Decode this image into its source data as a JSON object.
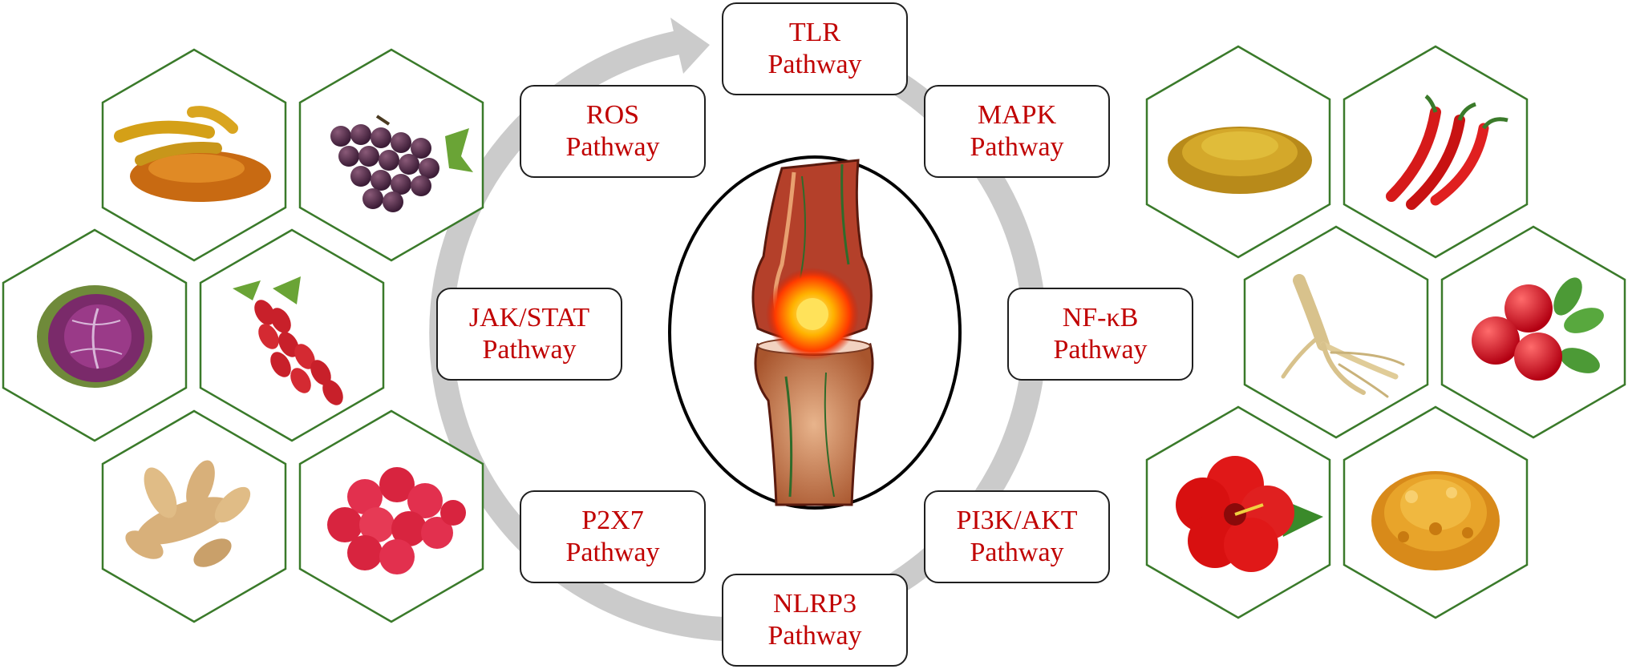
{
  "colors": {
    "pathway_text": "#c00000",
    "hexagon_border": "#3a7a2a",
    "cycle_arrow": "#cccccc",
    "box_border": "#1f1f1f"
  },
  "center": {
    "icon": "inflamed-knee-joint-icon"
  },
  "cycle": {
    "icon": "circular-arrow-icon"
  },
  "pathways": [
    {
      "id": "tlr",
      "line1": "TLR",
      "line2": "Pathway"
    },
    {
      "id": "mapk",
      "line1": "MAPK",
      "line2": "Pathway"
    },
    {
      "id": "nfkb",
      "line1": "NF-κB",
      "line2": "Pathway"
    },
    {
      "id": "pi3k-akt",
      "line1": "PI3K/AKT",
      "line2": "Pathway"
    },
    {
      "id": "nlrp3",
      "line1": "NLRP3",
      "line2": "Pathway"
    },
    {
      "id": "p2x7",
      "line1": "P2X7",
      "line2": "Pathway"
    },
    {
      "id": "jak-stat",
      "line1": "JAK/STAT",
      "line2": "Pathway"
    },
    {
      "id": "ros",
      "line1": "ROS",
      "line2": "Pathway"
    }
  ],
  "foods_left": [
    {
      "icon": "turmeric-icon"
    },
    {
      "icon": "grapes-icon"
    },
    {
      "icon": "red-cabbage-icon"
    },
    {
      "icon": "goji-berries-icon"
    },
    {
      "icon": "ginger-icon"
    },
    {
      "icon": "raspberries-icon"
    }
  ],
  "foods_right": [
    {
      "icon": "fenugreek-seeds-icon"
    },
    {
      "icon": "chili-peppers-icon"
    },
    {
      "icon": "ginseng-root-icon"
    },
    {
      "icon": "cranberries-icon"
    },
    {
      "icon": "hibiscus-flower-icon"
    },
    {
      "icon": "frankincense-resin-icon"
    }
  ]
}
